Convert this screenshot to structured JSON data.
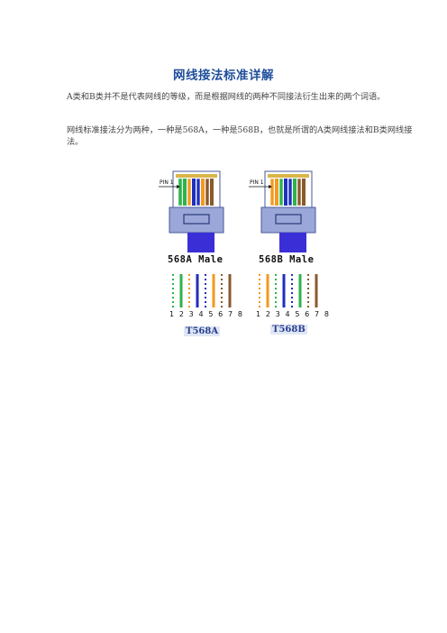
{
  "document": {
    "title": "网线接法标准详解",
    "paragraphs": [
      "A类和B类并不是代表网线的等级，而是根据网线的两种不同接法衍生出来的两个词语。",
      "网线标准接法分为两种，一种是568A，一种是568B，也就是所谓的A类网线接法和B类网线接法。"
    ]
  },
  "figure": {
    "left_plug": {
      "pin_label": "PIN 1",
      "caption": "568A Male"
    },
    "right_plug": {
      "pin_label": "PIN 1",
      "caption": "568B Male"
    },
    "left_pinout": {
      "pin_numbers": "1 2 3 4 5 6 7 8",
      "standard": "T568A"
    },
    "right_pinout": {
      "pin_numbers": "1 2 3 4 5 6 7 8",
      "standard": "T568B"
    },
    "wire_colors": {
      "green": "#2db34a",
      "orange": "#f29a1f",
      "blue": "#1f2fbf",
      "brown": "#8a5a2b",
      "white": "#ffffff"
    },
    "plug_colors": {
      "body": "#9aa7d8",
      "boot": "#3a2fd6",
      "contacts": "#d9b54a"
    }
  }
}
